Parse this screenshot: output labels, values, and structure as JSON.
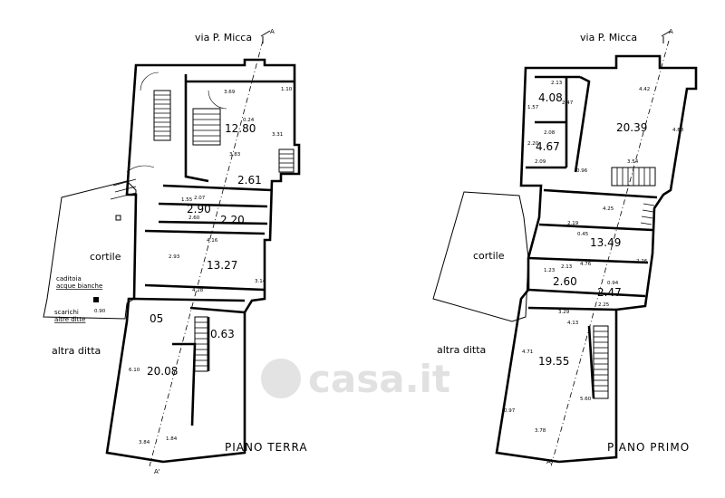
{
  "ground_floor": {
    "title": "PIANO TERRA",
    "street": "via P. Micca",
    "section_top": "A",
    "section_bottom": "A'",
    "courtyard": "cortile",
    "neighbor": "altra ditta",
    "drain_label_1": "caditoia",
    "drain_label_2": "acque bianche",
    "drain_label_3": "scarichi",
    "drain_label_4": "altre ditte",
    "drain_dim": "0.90",
    "step_mark": "05",
    "rooms": [
      {
        "label": "12.80"
      },
      {
        "label": "2.61"
      },
      {
        "label": "2.90"
      },
      {
        "label": "2.20"
      },
      {
        "label": "13.27"
      },
      {
        "label": "0.63"
      },
      {
        "label": "20.08"
      }
    ],
    "dims": [
      "3.69",
      "1.10",
      "0.24",
      "3.31",
      "3.83",
      "1.55",
      "2.07",
      "2.60",
      "4.16",
      "2.93",
      "3.14",
      "4.28",
      "6.10",
      "3.84",
      "1.84"
    ]
  },
  "first_floor": {
    "title": "PIANO PRIMO",
    "street": "via P. Micca",
    "section_top": "A",
    "section_bottom": "A'",
    "courtyard": "cortile",
    "neighbor": "altra ditta",
    "rooms": [
      {
        "label": "4.08"
      },
      {
        "label": "4.67"
      },
      {
        "label": "20.39"
      },
      {
        "label": "13.49"
      },
      {
        "label": "2.60"
      },
      {
        "label": "2.47"
      },
      {
        "label": "19.55"
      }
    ],
    "dims": [
      "2.13",
      "4.42",
      "1.57",
      "2.47",
      "2.08",
      "2.20",
      "2.09",
      "4.88",
      "3.54",
      "0.96",
      "4.25",
      "2.19",
      "0.45",
      "4.76",
      "2.26",
      "2.13",
      "1.23",
      "0.94",
      "2.25",
      "3.29",
      "4.13",
      "4.71",
      "0.97",
      "3.78",
      "5.60"
    ]
  },
  "watermark": "casa.it"
}
